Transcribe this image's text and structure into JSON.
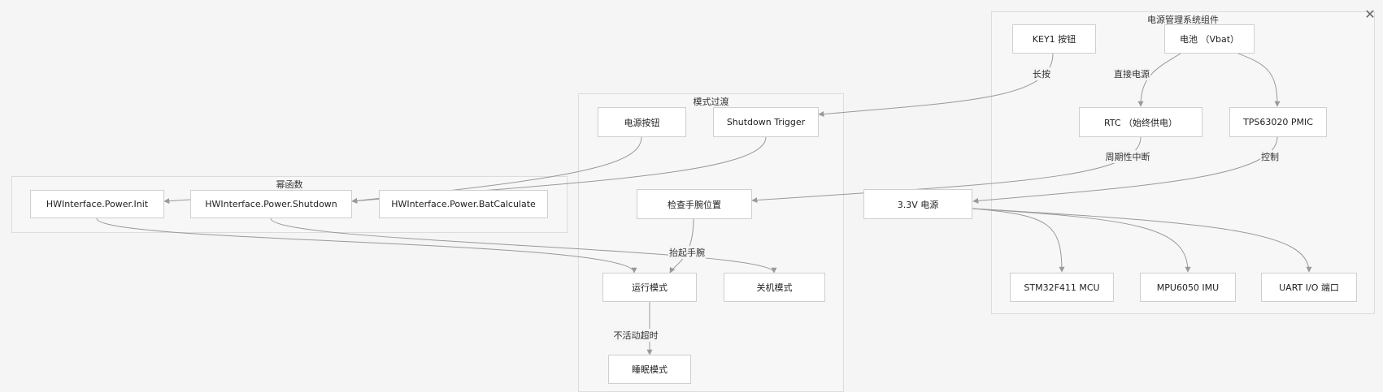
{
  "groups": {
    "power_components": "电源管理系统组件",
    "mode_transition": "模式过渡",
    "hook_functions": "幂函数"
  },
  "nodes": {
    "key1": "KEY1 按钮",
    "battery": "电池 （Vbat）",
    "rtc": "RTC （始终供电）",
    "pmic": "TPS63020 PMIC",
    "v33": "3.3V 电源",
    "mcu": "STM32F411 MCU",
    "imu": "MPU6050 IMU",
    "uart": "UART I/O 端口",
    "power_button": "电源按钮",
    "shutdown_trigger": "Shutdown Trigger",
    "check_wrist": "检查手腕位置",
    "run_mode": "运行模式",
    "off_mode": "关机模式",
    "sleep_mode": "睡眠模式",
    "hw_init": "HWInterface.Power.Init",
    "hw_shutdown": "HWInterface.Power.Shutdown",
    "hw_bat": "HWInterface.Power.BatCalculate"
  },
  "edge_labels": {
    "long_press": "长按",
    "direct_power": "直接电源",
    "periodic_interrupt": "周期性中断",
    "control": "控制",
    "raise_wrist": "抬起手腕",
    "inactivity_timeout": "不活动超时"
  },
  "colors": {
    "edge": "#999999",
    "node_border": "#cfcfcf",
    "group_border": "#dcdcdc"
  }
}
